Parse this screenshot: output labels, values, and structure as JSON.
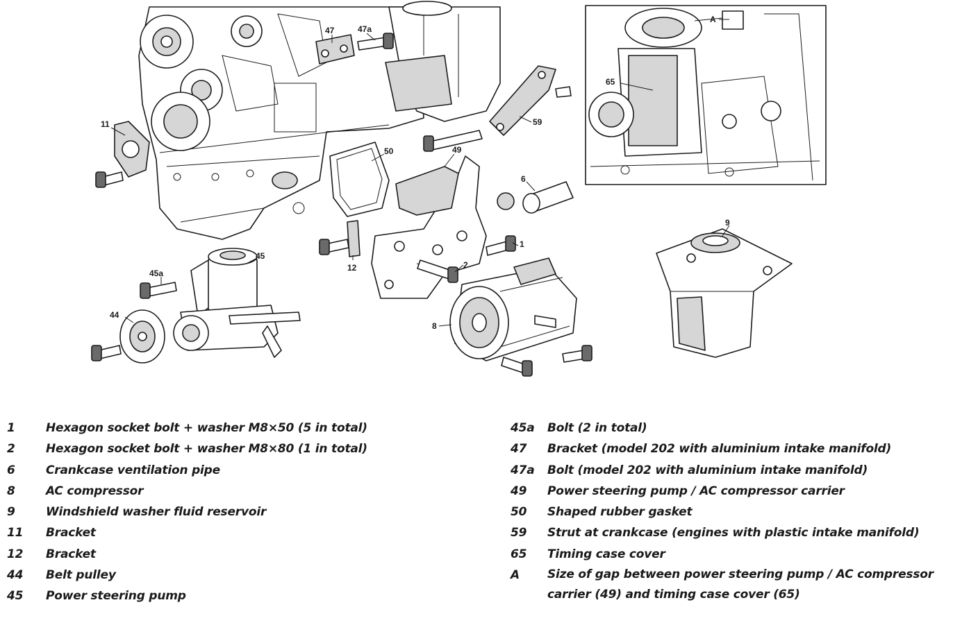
{
  "diagram": {
    "callouts": [
      "11",
      "47",
      "47a",
      "50",
      "59",
      "A",
      "65",
      "49",
      "6",
      "12",
      "1",
      "2",
      "45a",
      "45",
      "44",
      "8",
      "9"
    ]
  },
  "legend": {
    "left": [
      {
        "num": "1",
        "text": "Hexagon socket bolt + washer M8×50 (5 in total)"
      },
      {
        "num": "2",
        "text": "Hexagon socket bolt + washer M8×80 (1 in total)"
      },
      {
        "num": "6",
        "text": "Crankcase ventilation pipe"
      },
      {
        "num": "8",
        "text": "AC compressor"
      },
      {
        "num": "9",
        "text": "Windshield washer fluid reservoir"
      },
      {
        "num": "11",
        "text": "Bracket"
      },
      {
        "num": "12",
        "text": "Bracket"
      },
      {
        "num": "44",
        "text": "Belt pulley"
      },
      {
        "num": "45",
        "text": "Power steering pump"
      }
    ],
    "right": [
      {
        "num": "45a",
        "text": "Bolt (2 in total)"
      },
      {
        "num": "47",
        "text": "Bracket (model 202 with aluminium intake manifold)"
      },
      {
        "num": "47a",
        "text": "Bolt (model 202 with aluminium intake manifold)"
      },
      {
        "num": "49",
        "text": "Power steering pump / AC compressor carrier"
      },
      {
        "num": "50",
        "text": "Shaped rubber gasket"
      },
      {
        "num": "59",
        "text": "Strut at crankcase (engines with plastic intake manifold)"
      },
      {
        "num": "65",
        "text": "Timing case cover"
      },
      {
        "num": "A",
        "text": "Size of gap between power steering pump / AC compressor carrier (49) and timing case cover (65)"
      }
    ]
  }
}
